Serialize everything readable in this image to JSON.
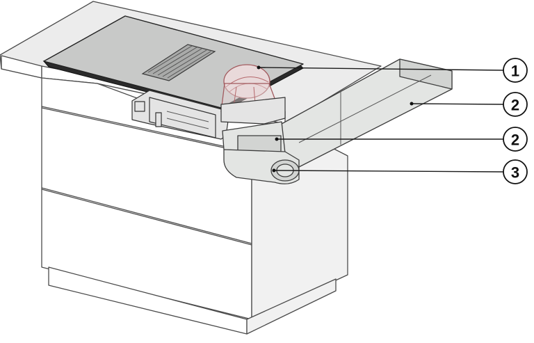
{
  "callouts": [
    {
      "number": "1"
    },
    {
      "number": "2"
    },
    {
      "number": "2"
    },
    {
      "number": "3"
    }
  ],
  "colors": {
    "hob_glass": "#c8c9c8",
    "duct": "#e3e5e3",
    "filter": "#e9d9da",
    "filter_outline": "#a25a5e"
  }
}
